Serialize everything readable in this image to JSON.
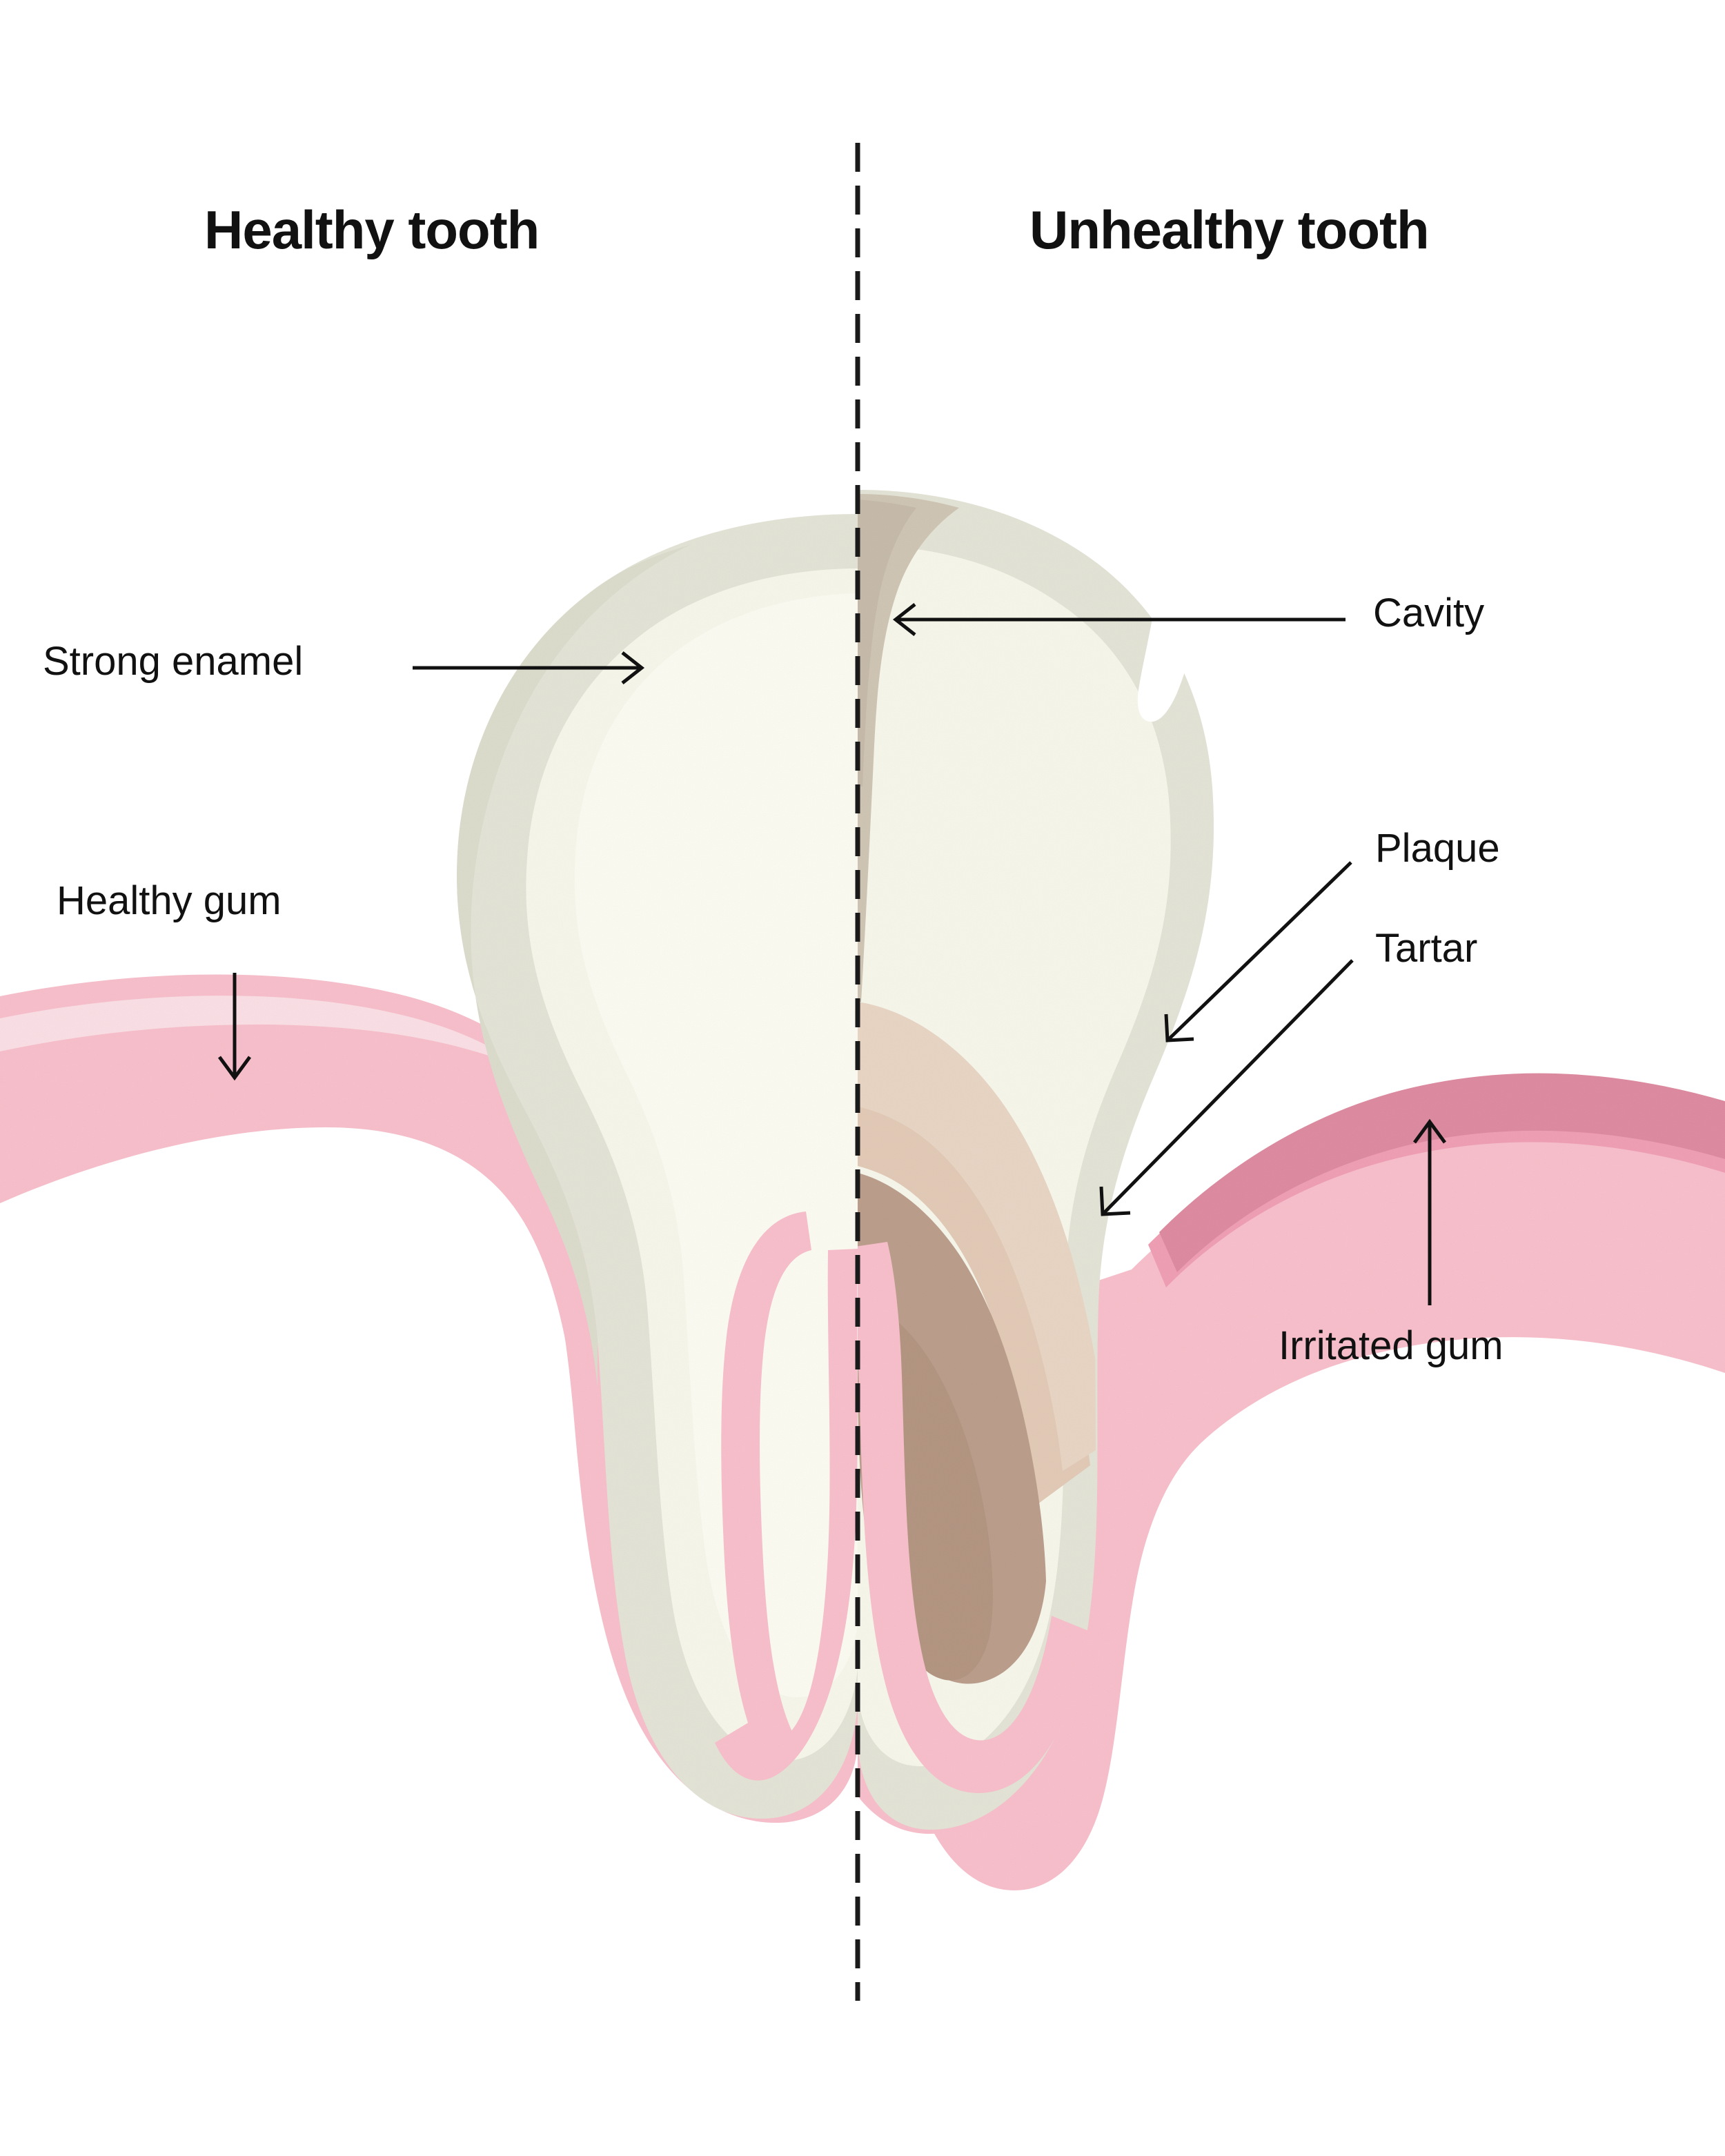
{
  "diagram": {
    "kind": "dental-comparison-illustration",
    "background_color": "#ffffff",
    "divider": {
      "name": "center-dashed-divider",
      "style": "dashed-vertical",
      "color": "#1a1a1a"
    },
    "titles": {
      "left": "Healthy tooth",
      "right": "Unhealthy tooth"
    },
    "labels": {
      "strong_enamel": "Strong enamel",
      "healthy_gum": "Healthy gum",
      "cavity": "Cavity",
      "plaque": "Plaque",
      "tartar": "Tartar",
      "irritated_gum": "Irritated gum"
    },
    "annotations": [
      {
        "label": "Strong enamel",
        "arrow": "right",
        "points_to": "healthy-tooth-enamel"
      },
      {
        "label": "Healthy gum",
        "arrow": "down",
        "points_to": "healthy-gum-tissue"
      },
      {
        "label": "Cavity",
        "arrow": "left",
        "points_to": "cavity-lesion"
      },
      {
        "label": "Plaque",
        "arrow": "down-left",
        "points_to": "plaque-layer"
      },
      {
        "label": "Tartar",
        "arrow": "down-left",
        "points_to": "tartar-layer"
      },
      {
        "label": "Irritated gum",
        "arrow": "up",
        "points_to": "irritated-gum-tissue"
      }
    ],
    "colors": {
      "enamel_outer": "#e3e3d6",
      "enamel_outer_shadow": "#dcdccd",
      "dentin_inner": "#f6f6ea",
      "dentin_highlight": "#fbfbf2",
      "gloss_highlight": "#ffffff",
      "cavity": "#cfc5b4",
      "cavity_dark": "#c6bbaa",
      "plaque": "#e2cab7",
      "plaque_light": "#e8d5c4",
      "tartar": "#bb9e8c",
      "healthy_gum": "#f7bfcb",
      "healthy_gum_highlight": "#fadfe5",
      "irritated_gum_top": "#dd8ba0",
      "irritated_gum_mid": "#ef9fb4",
      "irritated_gum_base": "#f7bfcb",
      "text": "#111111",
      "divider": "#1a1a1a"
    }
  }
}
